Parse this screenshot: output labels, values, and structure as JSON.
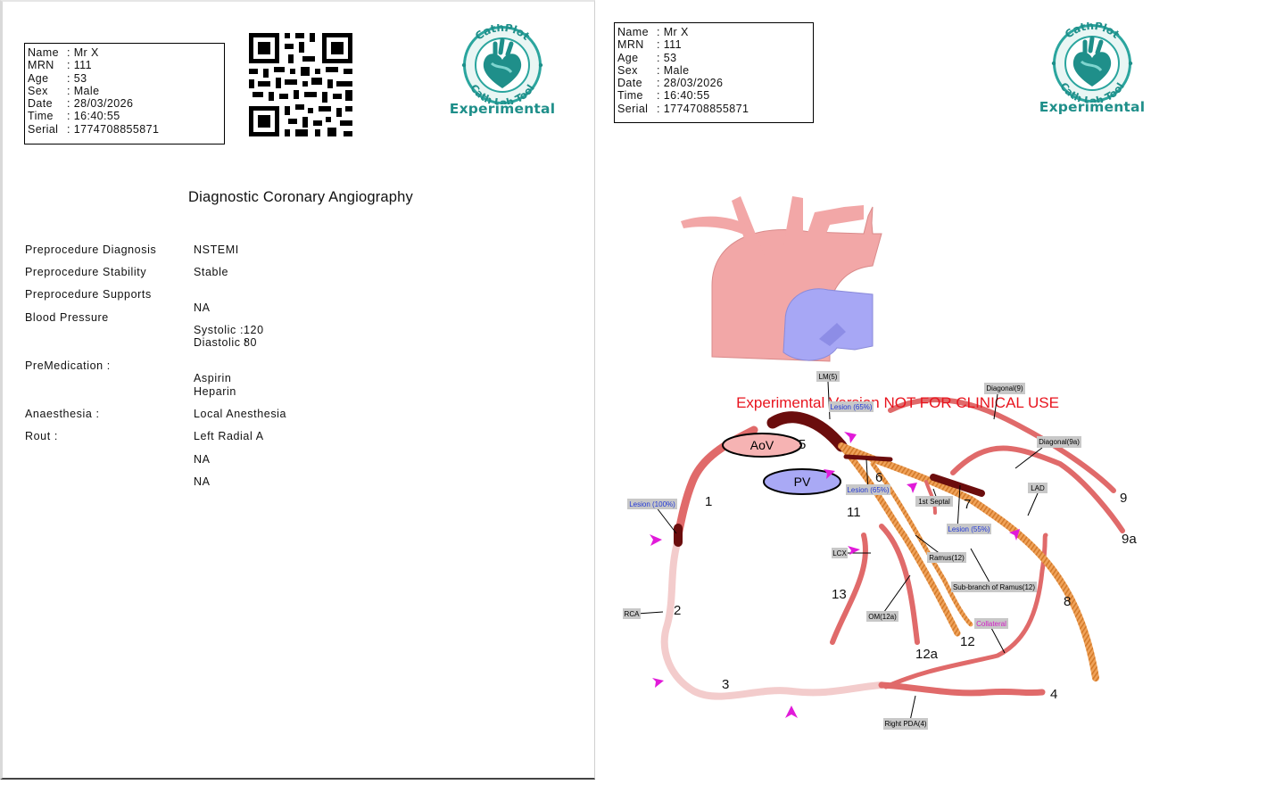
{
  "patient": {
    "fields": [
      {
        "key": "Name",
        "value": ": Mr X"
      },
      {
        "key": "MRN",
        "value": ": 111"
      },
      {
        "key": "Age",
        "value": ": 53"
      },
      {
        "key": "Sex",
        "value": ": Male"
      },
      {
        "key": "Date",
        "value": ": 28/03/2026"
      },
      {
        "key": "Time",
        "value": ": 16:40:55"
      },
      {
        "key": "Serial",
        "value": ": 1774708855871"
      }
    ]
  },
  "logo": {
    "arc_top": "CathPlot",
    "arc_bottom": "Cath Lab Tool",
    "tag": "Experimental",
    "brand_color": "#1f8f8a"
  },
  "report": {
    "title": "Diagnostic Coronary Angiography",
    "labels": {
      "diagnosis": "Preprocedure Diagnosis",
      "stability": "Preprocedure Stability",
      "supports": "Preprocedure Supports",
      "bp": "Blood Pressure",
      "premed": "PreMedication :",
      "anaesthesia": "Anaesthesia :",
      "route": "Rout :"
    },
    "values": {
      "diagnosis": "NSTEMI",
      "stability": "Stable",
      "supports": "NA",
      "systolic_label": "Systolic :",
      "systolic": "120",
      "diastolic_label": "Diastolic :",
      "diastolic": "80",
      "premed_1": "Aspirin",
      "premed_2": "Heparin",
      "anaesthesia": "Local Anesthesia",
      "route": "Left Radial A",
      "extra_1": "NA",
      "extra_2": "NA"
    }
  },
  "diagram": {
    "watermark": "Experimental Version NOT FOR CLINICAL USE",
    "watermark_color": "#e8141e",
    "aov": "AoV",
    "pv": "PV",
    "tags": {
      "lm": "LM(5)",
      "lesion_lm": "Lesion (65%)",
      "diagonal": "Diagonal(9)",
      "diagonal_a": "Diagonal(9a)",
      "lad": "LAD",
      "lesion_rca": "Lesion (100%)",
      "lesion_lcx": "Lesion (65%)",
      "first_septal": "1st Septal",
      "lesion_lad": "Lesion (55%)",
      "lcx": "LCX",
      "ramus": "Ramus(12)",
      "sub_ramus": "Sub-branch of Ramus(12)",
      "om": "OM(12a)",
      "rca": "RCA",
      "collateral": "Collateral",
      "right_pda": "Right PDA(4)"
    },
    "numbers": {
      "n1": "1",
      "n2": "2",
      "n3": "3",
      "n4": "4",
      "n5": "5",
      "n6": "6",
      "n7": "7",
      "n8": "8",
      "n9": "9",
      "n9a": "9a",
      "n11": "11",
      "n12": "12",
      "n12a": "12a",
      "n13": "13"
    }
  }
}
